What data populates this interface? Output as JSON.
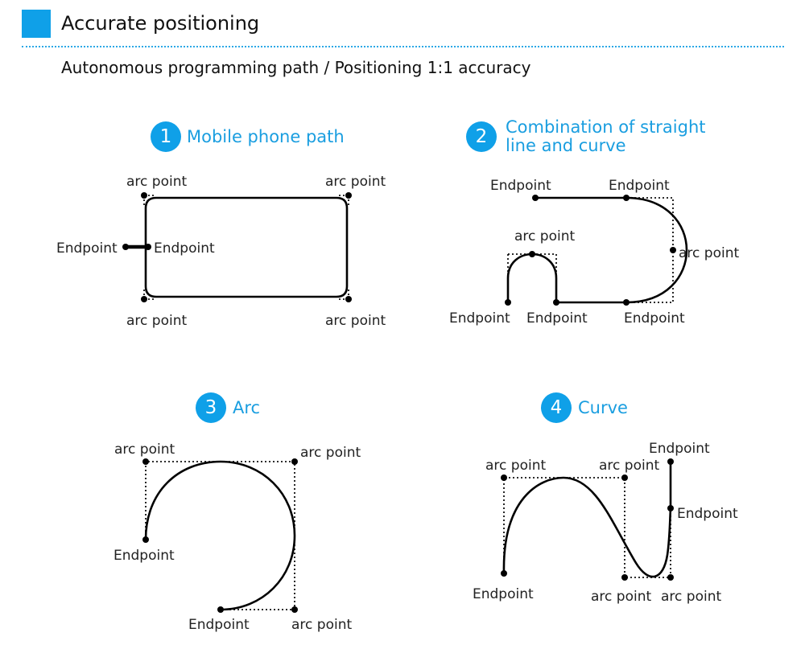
{
  "header": {
    "title": "Accurate positioning",
    "accent_color": "#0fa0e8"
  },
  "subtitle": "Autonomous programming path / Positioning 1:1 accuracy",
  "sections": [
    {
      "number": "1",
      "title": "Mobile phone path"
    },
    {
      "number": "2",
      "title_line1": "Combination of straight",
      "title_line2": "line and curve"
    },
    {
      "number": "3",
      "title": "Arc"
    },
    {
      "number": "4",
      "title": "Curve"
    }
  ],
  "labels": {
    "arc_point": "arc point",
    "endpoint": "Endpoint"
  }
}
